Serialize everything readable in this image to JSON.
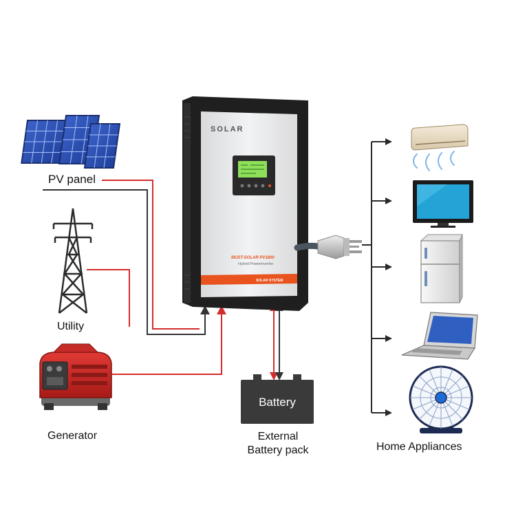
{
  "labels": {
    "pv_panel": "PV panel",
    "utility": "Utility",
    "generator": "Generator",
    "external_battery_line1": "External",
    "external_battery_line2": "Battery pack",
    "home_appliances": "Home Appliances",
    "battery": "Battery"
  },
  "inverter": {
    "brand": "SOLAR",
    "model_text": "MUST-SOLAR  PV1800",
    "subtitle": "Hybrid Powerinverter",
    "footer_band_text": "SOLAR SYSTEM"
  },
  "appliances": [
    "air-conditioner",
    "television",
    "refrigerator",
    "laptop",
    "fan"
  ],
  "colors": {
    "wire_red": "#d42b2b",
    "wire_dark": "#333333",
    "inverter_body": "#1f1f1f",
    "inverter_panel": "#e9eaeb",
    "accent_orange": "#e8531e",
    "lcd_green": "#8ee05a",
    "battery_box": "#3a3a3a"
  }
}
